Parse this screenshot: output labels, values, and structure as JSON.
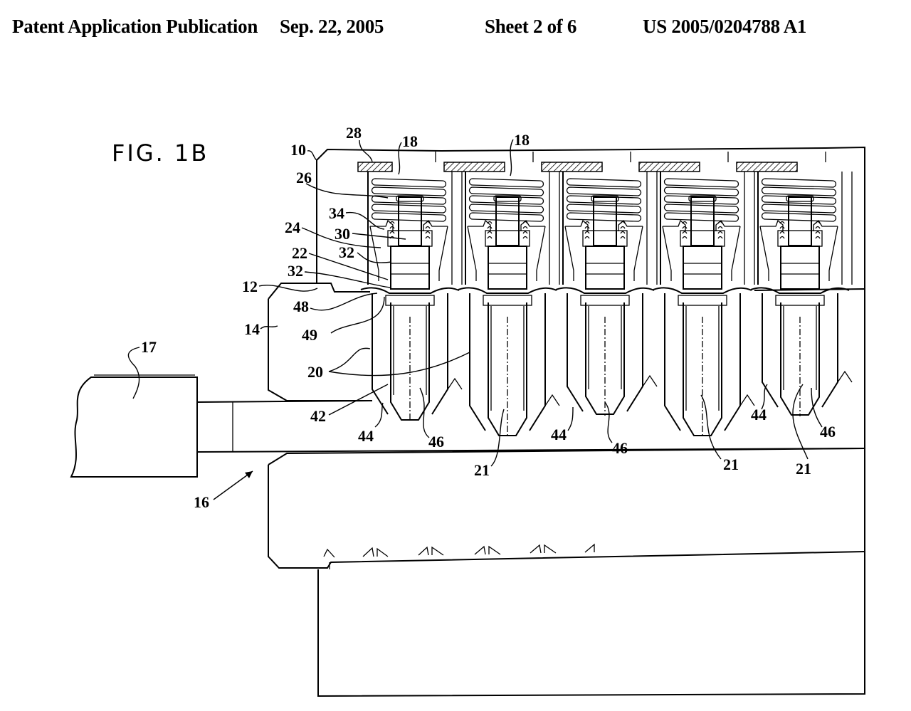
{
  "header": {
    "publication_type": "Patent Application Publication",
    "date": "Sep. 22, 2005",
    "sheet": "Sheet 2 of 6",
    "publication_number": "US 2005/0204788 A1"
  },
  "figure": {
    "title": "FIG. 1B",
    "description": "Cross-section of lock cylinder with five pin stacks and inserted key",
    "pin_stack_count": 5,
    "reference_numerals": {
      "housing": "10",
      "shear_line": "12",
      "plug": "14",
      "keyway": "16",
      "key": "17",
      "springs": "18",
      "pins": "20",
      "pin_axis": "21",
      "driver_pin": "22",
      "pin_chamber": "24",
      "spring_chamber": "26",
      "retainer": "28",
      "inner_pin": "30",
      "inner_spring": "32",
      "spring_seat": "34",
      "pin_tip": "42",
      "key_cut": "44",
      "chamfer": "46",
      "shoulder": "48",
      "collar": "49"
    }
  }
}
